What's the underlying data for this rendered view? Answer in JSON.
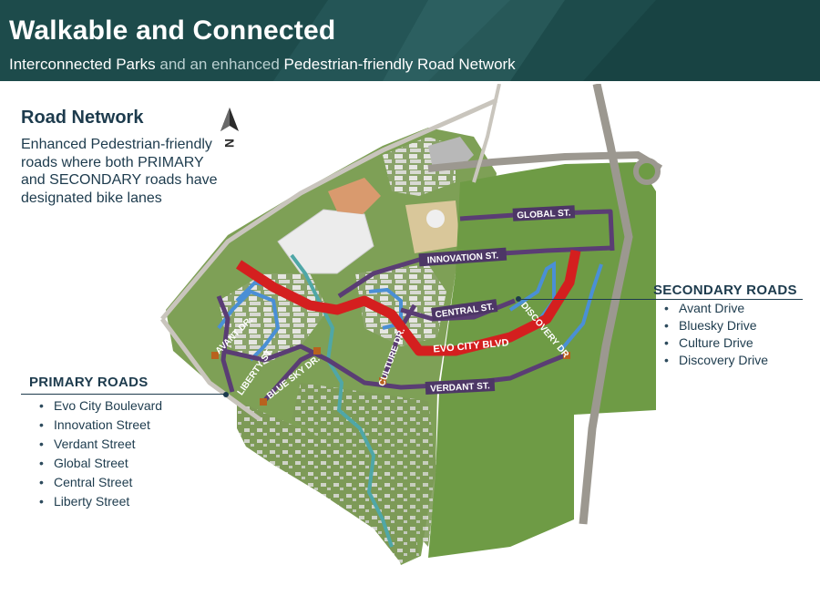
{
  "header": {
    "title": "Walkable and Connected",
    "subtitle_part1": "Interconnected Parks",
    "subtitle_part2": " and an enhanced ",
    "subtitle_part3": "Pedestrian-friendly Road Network"
  },
  "road_network": {
    "title": "Road Network",
    "description": "Enhanced Pedestrian-friendly roads where both PRIMARY and SECONDARY roads have designated bike lanes"
  },
  "compass": {
    "label": "N"
  },
  "primary_roads": {
    "title": "PRIMARY ROADS",
    "items": [
      "Evo City Boulevard",
      "Innovation Street",
      "Verdant Street",
      "Global Street",
      "Central Street",
      "Liberty Street"
    ]
  },
  "secondary_roads": {
    "title": "SECONDARY ROADS",
    "items": [
      "Avant Drive",
      "Bluesky Drive",
      "Culture Drive",
      "Discovery Drive"
    ]
  },
  "map_labels": {
    "global": "GLOBAL ST.",
    "innovation": "INNOVATION ST.",
    "central": "CENTRAL ST.",
    "evo": "EVO CITY BLVD",
    "discovery": "DISCOVERY DR",
    "verdant": "VERDANT ST.",
    "culture": "CULTURE DR.",
    "avant": "AVANT DR.",
    "liberty": "LIBERTY ST.",
    "bluesky": "BLUE SKY DR."
  },
  "colors": {
    "banner": "#1d4b4b",
    "primary_road": "#5a3d74",
    "boulevard": "#d41f1f",
    "secondary_road": "#4a8fd6",
    "field": "#6e9b45",
    "text": "#1d3b4d"
  }
}
